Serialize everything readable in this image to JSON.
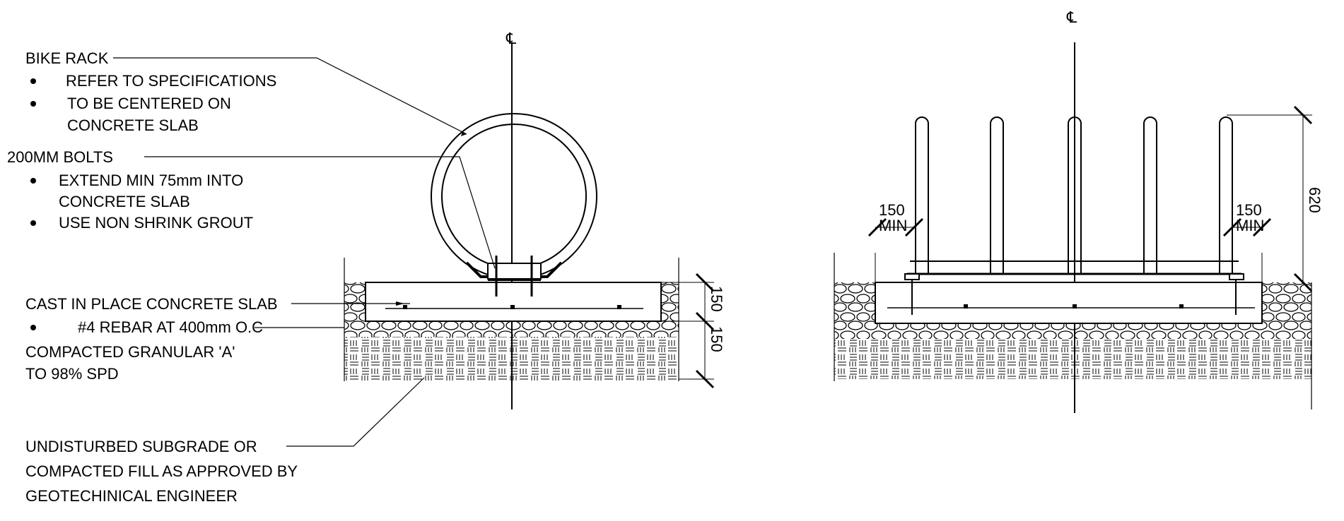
{
  "centerline_symbol": "℄",
  "left_section": {
    "notes": {
      "bike_rack": {
        "title": "BIKE RACK",
        "bullets": [
          "REFER TO SPECIFICATIONS",
          "TO BE CENTERED ON",
          "CONCRETE SLAB"
        ]
      },
      "bolts": {
        "title": "200MM BOLTS",
        "bullets": [
          "EXTEND MIN 75mm INTO",
          "CONCRETE SLAB",
          "USE NON SHRINK GROUT"
        ]
      },
      "slab": {
        "title": "CAST IN PLACE CONCRETE SLAB",
        "bullets": [
          "#4 REBAR AT 400mm O.C"
        ]
      },
      "granular": {
        "lines": [
          "COMPACTED GRANULAR 'A'",
          "TO 98% SPD"
        ]
      },
      "subgrade": {
        "lines": [
          "UNDISTURBED SUBGRADE OR",
          "COMPACTED FILL AS APPROVED BY",
          "GEOTECHINICAL ENGINEER"
        ]
      }
    },
    "dimensions": {
      "slab_thickness": "150",
      "granular_thickness": "150"
    }
  },
  "right_section": {
    "dimensions": {
      "left_clearance": "150",
      "left_clearance_note": "MIN",
      "right_clearance": "150",
      "right_clearance_note": "MIN",
      "rack_height": "620"
    }
  },
  "colors": {
    "line": "#000000",
    "background": "#ffffff"
  }
}
